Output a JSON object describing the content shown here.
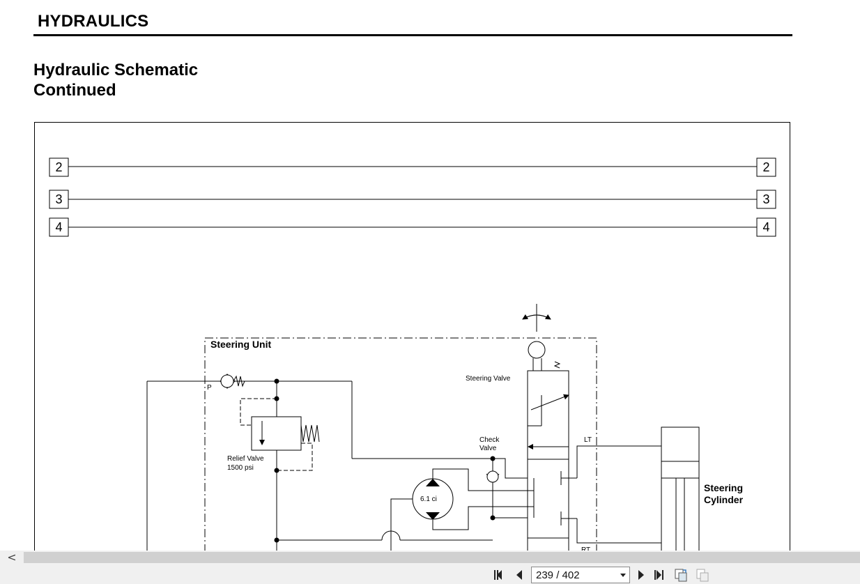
{
  "header": {
    "section_title": "HYDRAULICS"
  },
  "heading": {
    "line1": "Hydraulic Schematic",
    "line2": "Continued"
  },
  "diagram": {
    "line_markers": [
      "2",
      "3",
      "4"
    ],
    "unit_label": "Steering Unit",
    "port_p": "P",
    "steering_valve_label": "Steering Valve",
    "check_valve_label_1": "Check",
    "check_valve_label_2": "Valve",
    "port_lt": "LT",
    "port_rt": "RT",
    "relief_valve_label": "Relief Valve",
    "relief_valve_pressure": "1500 psi",
    "motor_displacement": "6.1 ci",
    "cylinder_label_1": "Steering",
    "cylinder_label_2": "Cylinder"
  },
  "viewer": {
    "scroll_left_glyph": "<",
    "page_indicator": "239 / 402",
    "icons": [
      "first-page-icon",
      "previous-page-icon",
      "next-page-icon",
      "last-page-icon",
      "fit-page-icon",
      "two-page-icon"
    ]
  }
}
